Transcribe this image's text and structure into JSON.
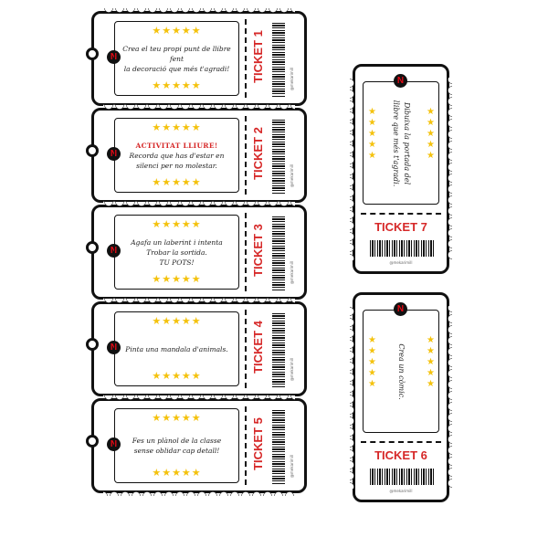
{
  "stars": "★★★★★",
  "logo_letter": "N",
  "credit": "@mekarimill",
  "left_tickets": [
    {
      "label": "TICKET 1",
      "lines": [
        "Crea el teu propi punt de llibre fent",
        "la decoració que més t'agradi!"
      ],
      "highlight": ""
    },
    {
      "label": "TICKET 2",
      "highlight": "ACTIVITAT LLIURE!",
      "lines": [
        "Recorda que has d'estar en",
        "silenci per no molestar."
      ]
    },
    {
      "label": "TICKET 3",
      "lines": [
        "Agafa un laberint i intenta",
        "Trobar la sortida.",
        "TU POTS!"
      ],
      "highlight": ""
    },
    {
      "label": "TICKET 4",
      "lines": [
        "Pinta una mandala d'animals."
      ],
      "highlight": ""
    },
    {
      "label": "TICKET 5",
      "lines": [
        "Fes un plànol de la classe",
        "sense oblidar cap detall!"
      ],
      "highlight": ""
    }
  ],
  "right_tickets": [
    {
      "label": "TICKET 7",
      "text": "Dibuixa la portada del llibre que més t'agradi."
    },
    {
      "label": "TICKET 6",
      "text": "Crea un còmic."
    }
  ]
}
